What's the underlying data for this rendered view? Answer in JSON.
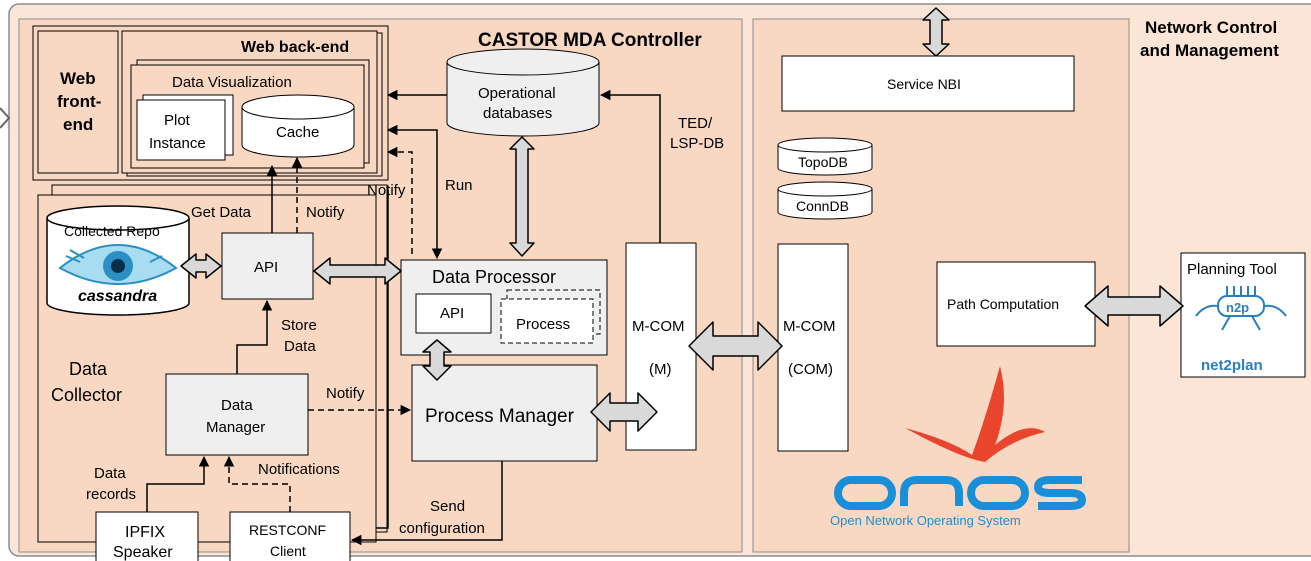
{
  "sections": {
    "mda_title": "CASTOR MDA Controller",
    "network_title_1": "Network Control",
    "network_title_2": "and Management",
    "web_backend": "Web back-end",
    "web_frontend_1": "Web",
    "web_frontend_2": "front-",
    "web_frontend_3": "end",
    "data_visualization": "Data Visualization",
    "data_collector_1": "Data",
    "data_collector_2": "Collector"
  },
  "components": {
    "plot_instance_1": "Plot",
    "plot_instance_2": "Instance",
    "cache": "Cache",
    "operational_db_1": "Operational",
    "operational_db_2": "databases",
    "collected_repo": "Collected Repo",
    "cassandra": "cassandra",
    "api": "API",
    "data_processor": "Data Processor",
    "dp_api": "API",
    "dp_process": "Process",
    "process_manager": "Process Manager",
    "data_manager_1": "Data",
    "data_manager_2": "Manager",
    "mcom_m_1": "M-COM",
    "mcom_m_2": "(M)",
    "mcom_com_1": "M-COM",
    "mcom_com_2": "(COM)",
    "service_nbi": "Service NBI",
    "topodb": "TopoDB",
    "conndb": "ConnDB",
    "path_computation": "Path Computation",
    "planning_tool": "Planning Tool",
    "n2p": "n2p",
    "net2plan": "net2plan",
    "ipfix_1": "IPFIX",
    "ipfix_2": "Speaker",
    "restconf_1": "RESTCONF",
    "restconf_2": "Client",
    "onos_sub": "Open Network Operating System"
  },
  "labels": {
    "get_data": "Get  Data",
    "notify_api": "Notify",
    "notify_top": "Notify",
    "run": "Run",
    "ted_1": "TED/",
    "ted_2": "LSP-DB",
    "store_1": "Store",
    "store_2": "Data",
    "notify_dm": "Notify",
    "data_records_1": "Data",
    "data_records_2": "records",
    "notifications": "Notifications",
    "send_1": "Send",
    "send_2": "configuration"
  },
  "colors": {
    "panel": "#f9d8c3",
    "outer": "#fbe5d6",
    "box_gray": "#efefef",
    "arrow_fill": "#d9d9d9",
    "onos_blue": "#1a8fd9",
    "onos_red": "#e8452c",
    "net2plan_blue": "#2a7fc0"
  },
  "icons": [
    "cassandra-eye-icon",
    "onos-bird-icon",
    "net2plan-icon"
  ]
}
